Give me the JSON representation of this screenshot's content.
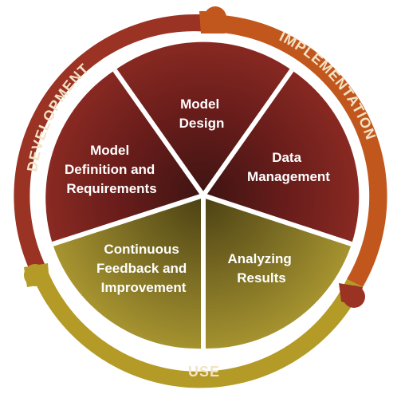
{
  "ring": {
    "development": {
      "label": "DEVELOPMENT",
      "color": "#9b3324"
    },
    "implementation": {
      "label": "IMPLEMENTATION",
      "color": "#c0571d"
    },
    "use": {
      "label": "USE",
      "color": "#b29a26"
    }
  },
  "segments": [
    {
      "id": "model-design",
      "lines": [
        "Model",
        "Design"
      ]
    },
    {
      "id": "data-management",
      "lines": [
        "Data",
        "Management"
      ]
    },
    {
      "id": "analyzing-results",
      "lines": [
        "Analyzing",
        "Results"
      ]
    },
    {
      "id": "continuous-feedback",
      "lines": [
        "Continuous",
        "Feedback and",
        "Improvement"
      ]
    },
    {
      "id": "model-definition",
      "lines": [
        "Model",
        "Definition and",
        "Requirements"
      ]
    }
  ],
  "colors": {
    "segment_dark": "#6e1d1c",
    "segment_light": "#7a6b23",
    "separator": "#ffffff"
  }
}
